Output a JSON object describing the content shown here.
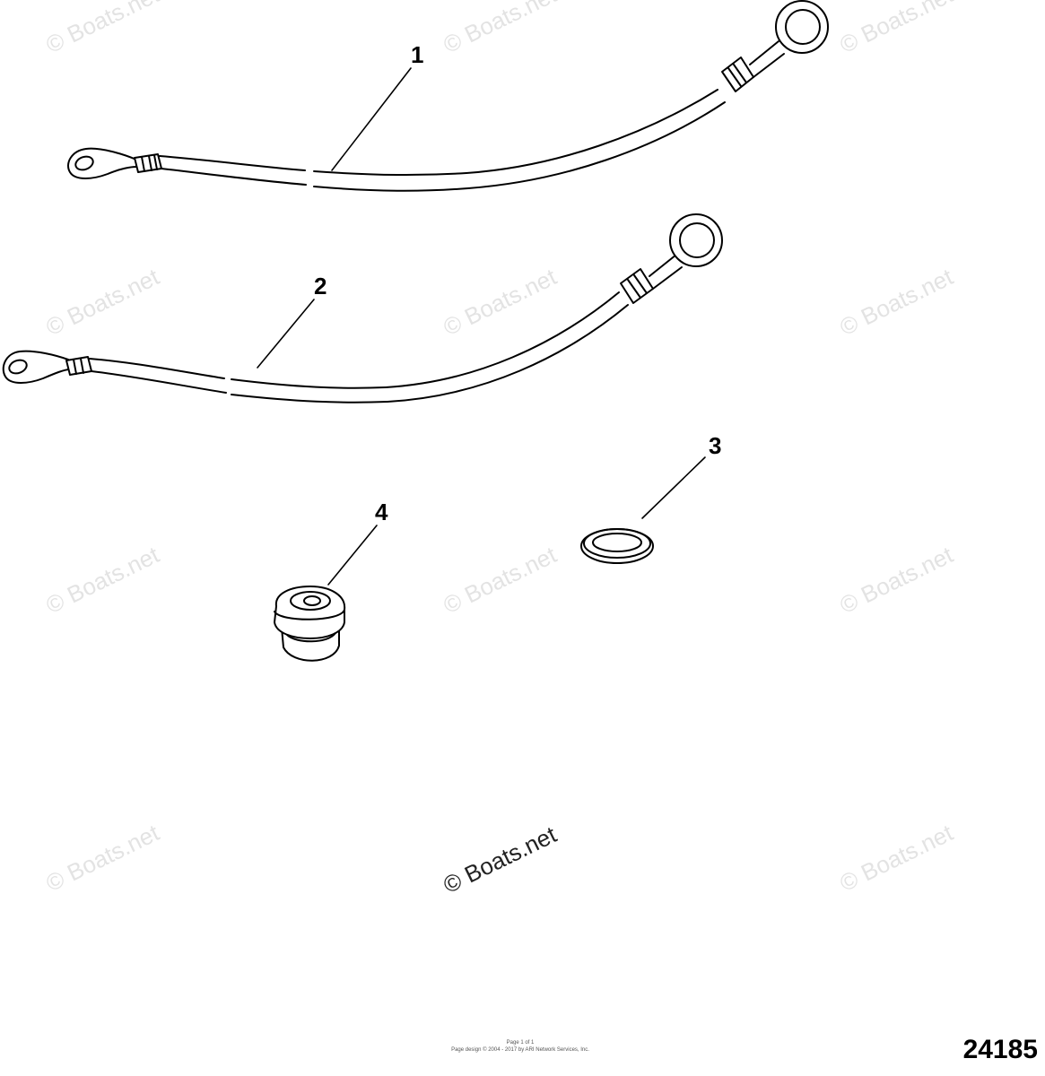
{
  "callouts": {
    "one": "1",
    "two": "2",
    "three": "3",
    "four": "4"
  },
  "watermark": {
    "text": "© Boats.net",
    "center_text": "© Boats.net"
  },
  "footer": {
    "line1": "Page 1 of 1",
    "line2": "Page design © 2004 - 2017 by ARI Network Services, Inc."
  },
  "figure_number": "24185"
}
